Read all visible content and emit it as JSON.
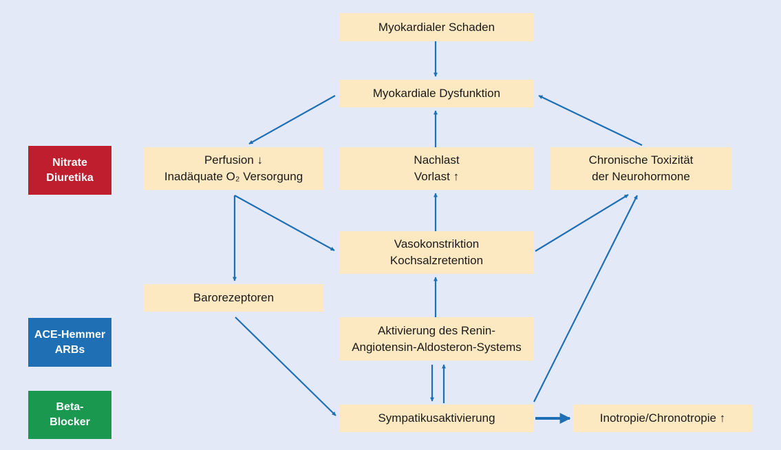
{
  "nodes": {
    "myocardial_damage": "Myokardialer Schaden",
    "myocardial_dysfunction": "Myokardiale Dysfunktion",
    "perfusion_line1": "Perfusion ↓",
    "perfusion_line2": "Inadäquate O₂ Versorgung",
    "load_line1": "Nachlast",
    "load_line2": "Vorlast ↑",
    "toxicity_line1": "Chronische Toxizität",
    "toxicity_line2": "der Neurohormone",
    "vaso_line1": "Vasokonstriktion",
    "vaso_line2": "Kochsalzretention",
    "baroreceptors": "Barorezeptoren",
    "raas_line1": "Aktivierung des Renin-",
    "raas_line2": "Angiotensin-Aldosteron-Systems",
    "sympathetic": "Sympatikusaktivierung",
    "inotropy": "Inotropie/Chronotropie ↑"
  },
  "drugs": {
    "nitrates": {
      "line1": "Nitrate",
      "line2": "Diuretika",
      "color": "#be1e2d"
    },
    "ace": {
      "line1": "ACE-Hemmer",
      "line2": "ARBs",
      "color": "#1f6fb5"
    },
    "beta": {
      "line1": "Beta-",
      "line2": "Blocker",
      "color": "#1a9850"
    }
  },
  "colors": {
    "background": "#e3e9f7",
    "box": "#fce9c1",
    "arrow": "#1f6fb5"
  }
}
